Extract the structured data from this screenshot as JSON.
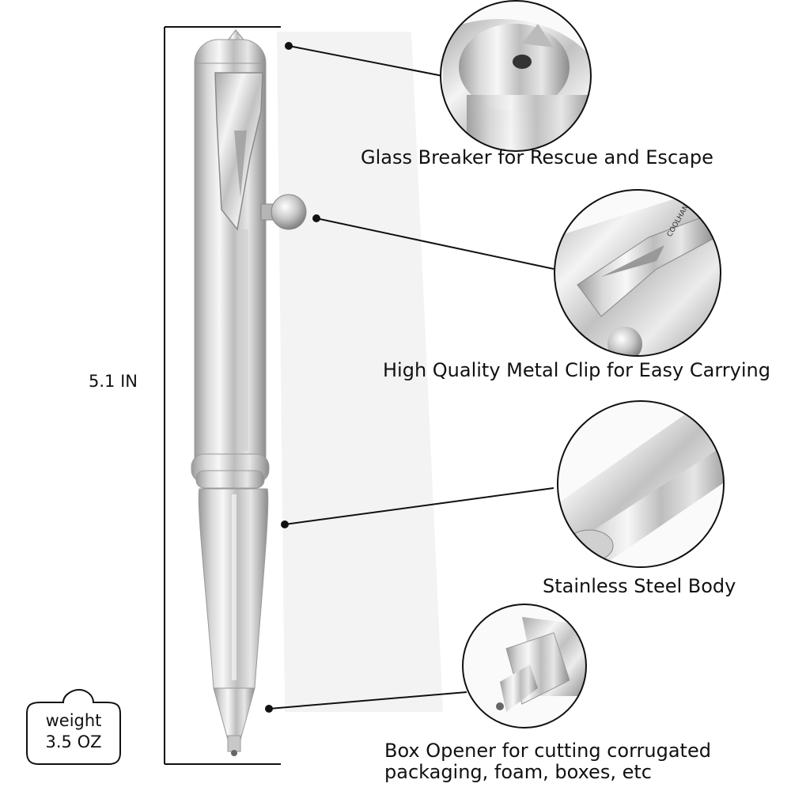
{
  "brand": {
    "logo_text": "COOLHAND"
  },
  "dimension": {
    "length_label": "5.1 IN"
  },
  "weight": {
    "label": "weight",
    "value": "3.5 OZ"
  },
  "features": [
    {
      "caption": "Glass Breaker for Rescue and Escape"
    },
    {
      "caption": "High Quality Metal Clip for Easy Carrying"
    },
    {
      "caption": "Stainless Steel Body"
    },
    {
      "caption_line1": "Box Opener for cutting corrugated",
      "caption_line2": "packaging, foam, boxes, etc"
    }
  ],
  "colors": {
    "steel_light": "#f2f2f2",
    "steel_mid": "#c4c4c4",
    "steel_dark": "#8a8a8a",
    "line": "#111111"
  }
}
